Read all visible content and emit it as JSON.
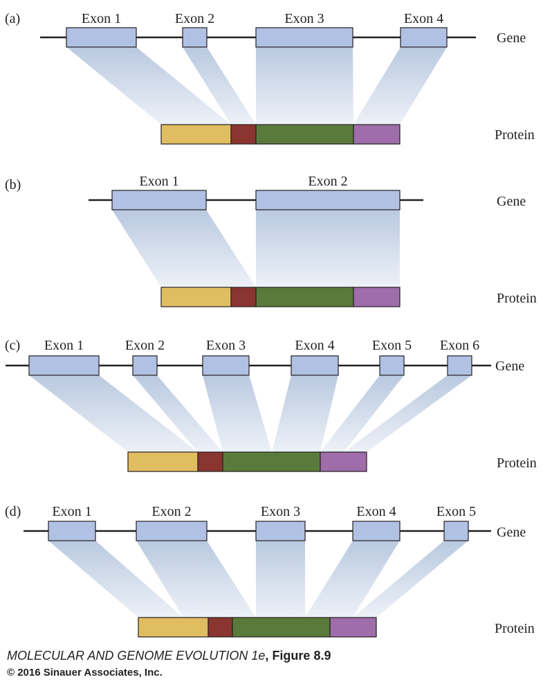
{
  "colors": {
    "exon_fill": "#b0c1e3",
    "exon_stroke": "#231f20",
    "gene_line": "#231f20",
    "projection": "#b9c9e0",
    "domain_colors": [
      "#e1bd62",
      "#8a3530",
      "#5a7a3c",
      "#9e6daa"
    ]
  },
  "panels": [
    {
      "label": "(a)",
      "gene_label": "Gene",
      "protein_label": "Protein",
      "exons": [
        "Exon 1",
        "Exon 2",
        "Exon 3",
        "Exon 4"
      ]
    },
    {
      "label": "(b)",
      "gene_label": "Gene",
      "protein_label": "Protein",
      "exons": [
        "Exon 1",
        "Exon 2"
      ]
    },
    {
      "label": "(c)",
      "gene_label": "Gene",
      "protein_label": "Protein",
      "exons": [
        "Exon 1",
        "Exon 2",
        "Exon 3",
        "Exon 4",
        "Exon 5",
        "Exon 6"
      ]
    },
    {
      "label": "(d)",
      "gene_label": "Gene",
      "protein_label": "Protein",
      "exons": [
        "Exon 1",
        "Exon 2",
        "Exon 3",
        "Exon 4",
        "Exon 5"
      ]
    }
  ],
  "footer": {
    "book_title": "MOLECULAR AND GENOME EVOLUTION 1e",
    "figure": "Figure 8.9",
    "copyright": "© 2016 Sinauer Associates, Inc."
  }
}
